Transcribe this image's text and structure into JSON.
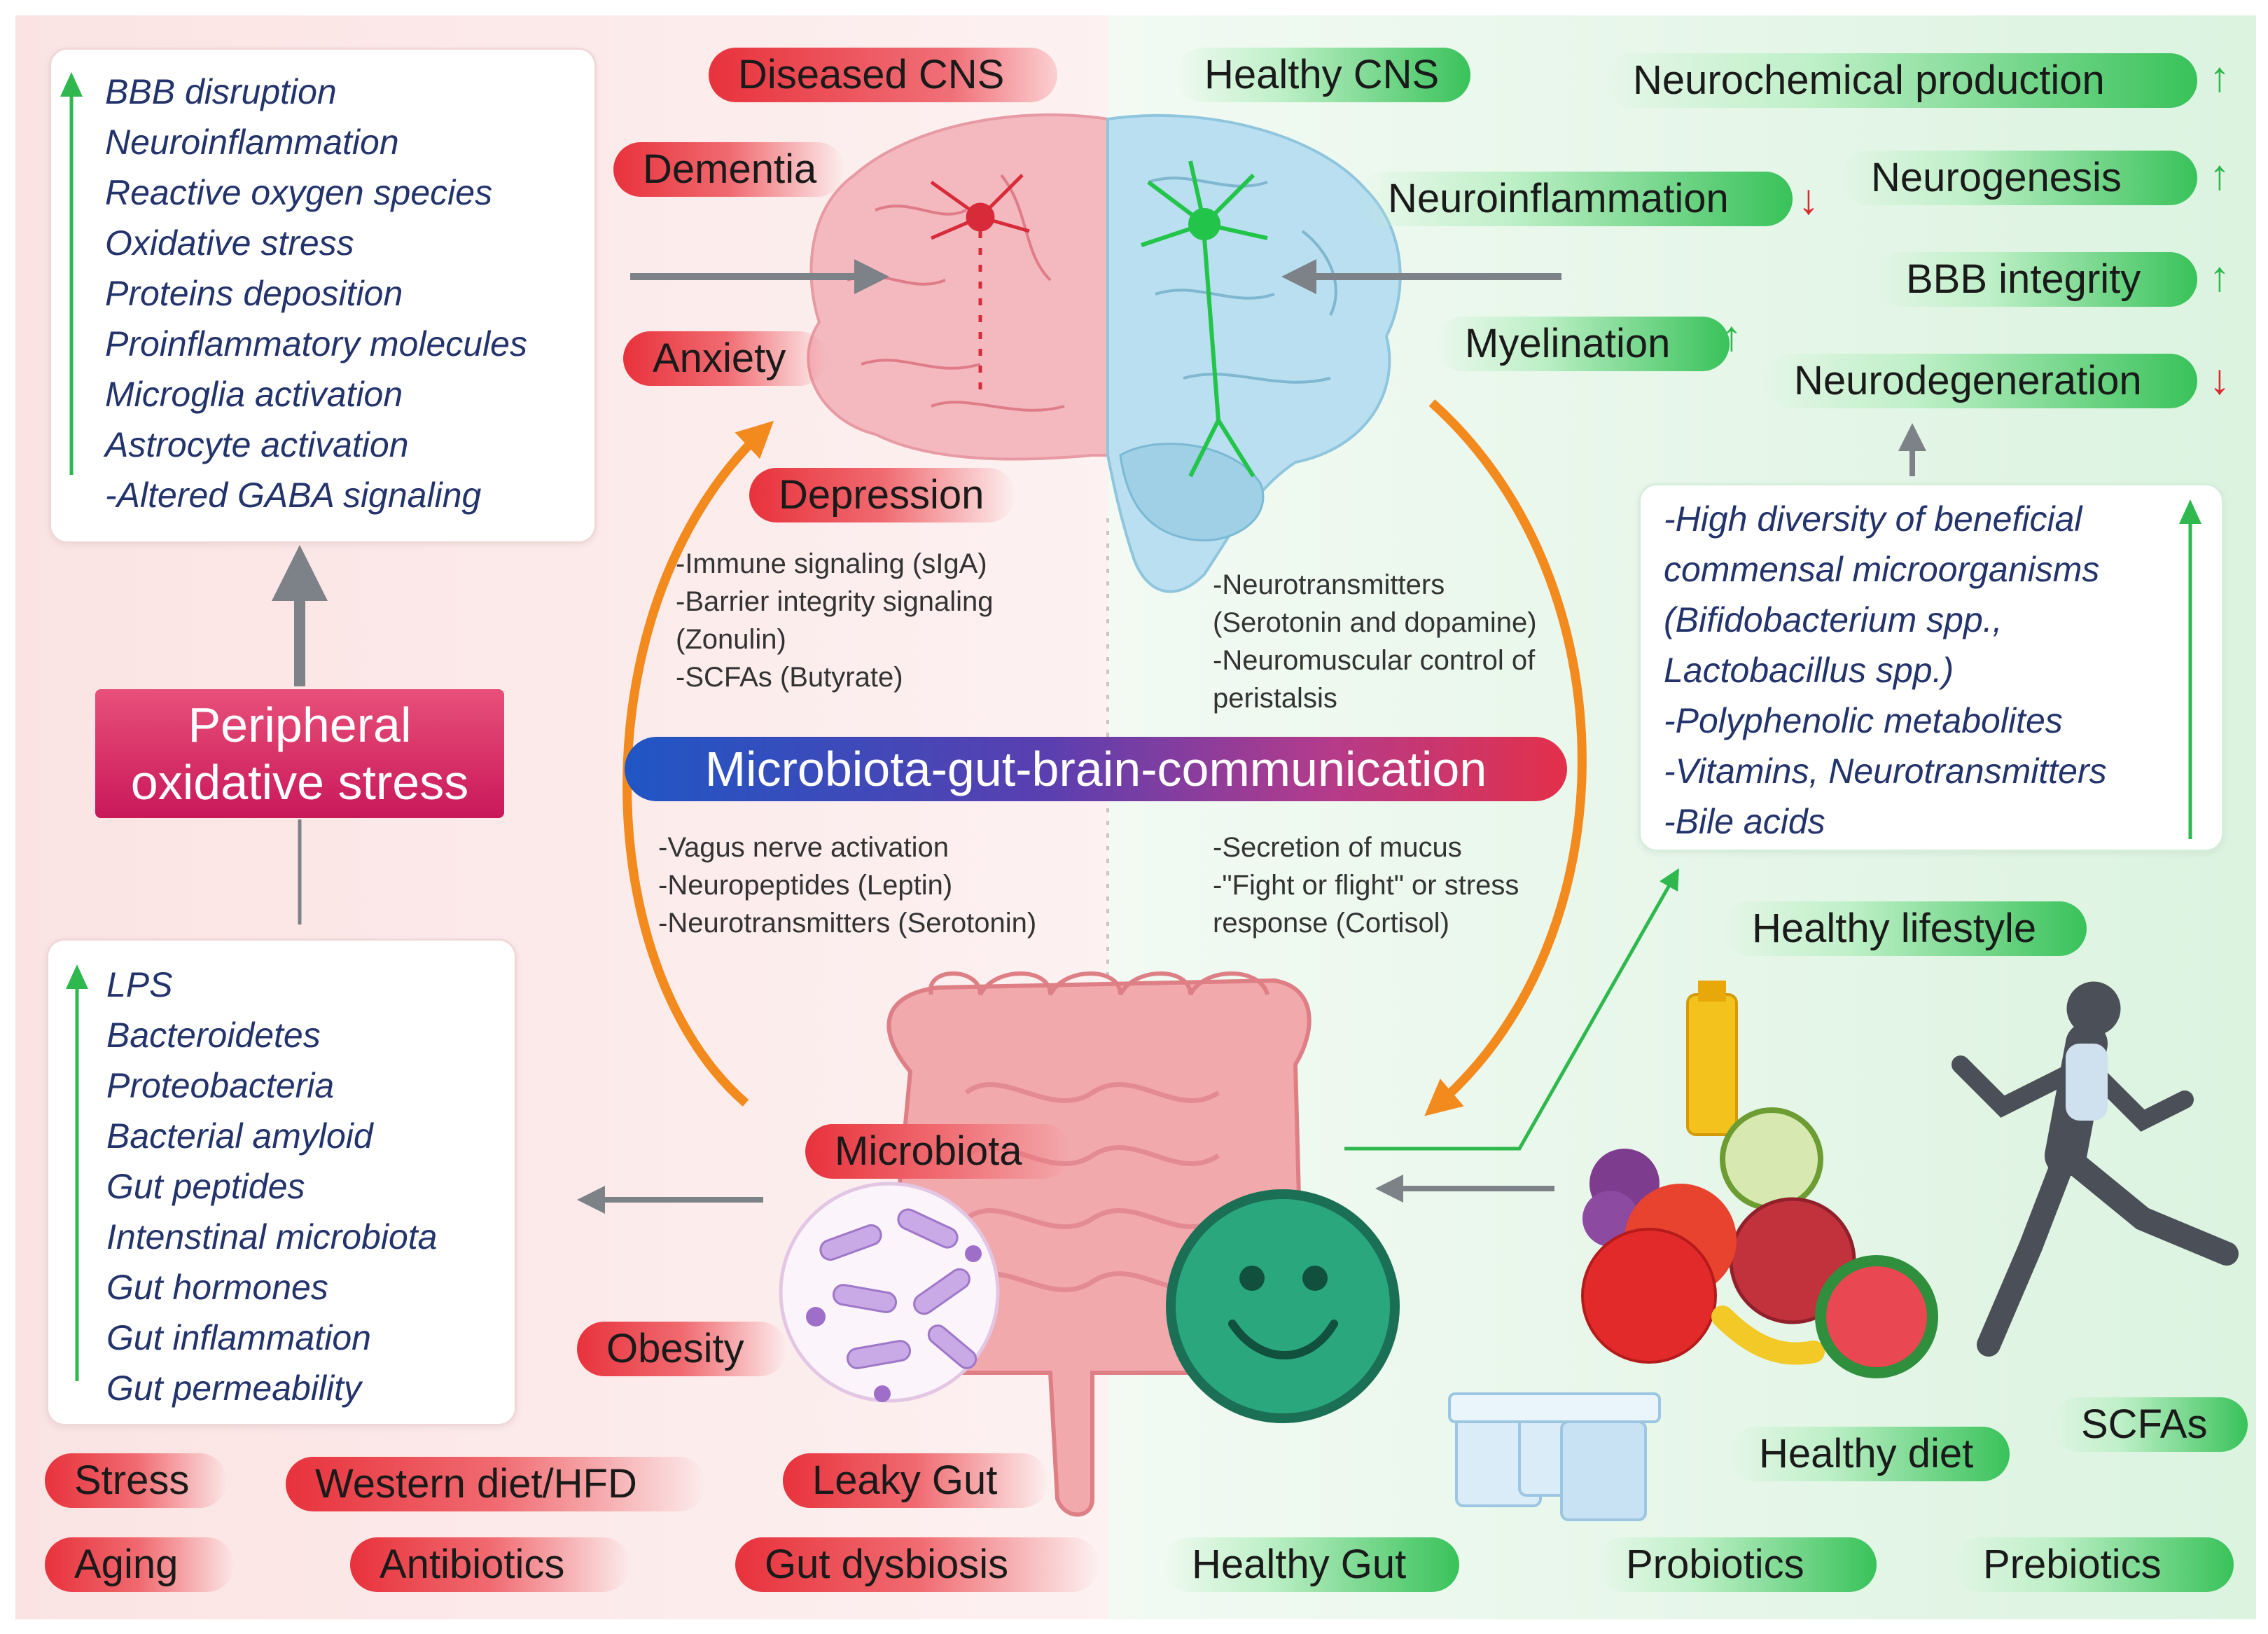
{
  "top_left_list": {
    "items": [
      "BBB disruption",
      "Neuroinflammation",
      "Reactive oxygen species",
      "Oxidative stress",
      "Proteins deposition",
      "Proinflammatory molecules",
      "Microglia activation",
      "Astrocyte activation",
      "-Altered GABA signaling"
    ]
  },
  "bottom_left_list": {
    "items": [
      "LPS",
      "Bacteroidetes",
      "Proteobacteria",
      "Bacterial amyloid",
      "Gut peptides",
      "Intenstinal microbiota",
      "Gut hormones",
      "Gut inflammation",
      "Gut permeability"
    ]
  },
  "right_list": {
    "items": [
      "-High diversity of beneficial",
      "commensal  microorganisms",
      "(Bifidobacterium spp.,",
      "Lactobacillus spp.)",
      "-Polyphenolic metabolites",
      "-Vitamins, Neurotransmitters",
      "-Bile acids"
    ]
  },
  "peripheral": "Peripheral\noxidative stress",
  "banner": "Microbiota-gut-brain-communication",
  "red_labels": {
    "diseased_cns": "Diseased CNS",
    "dementia": "Dementia",
    "anxiety": "Anxiety",
    "depression": "Depression",
    "microbiota": "Microbiota",
    "obesity": "Obesity",
    "stress": "Stress",
    "western_diet": "Western diet/HFD",
    "leaky_gut": "Leaky Gut",
    "aging": "Aging",
    "antibiotics": "Antibiotics",
    "gut_dysbiosis": "Gut dysbiosis"
  },
  "green_labels": {
    "healthy_cns": "Healthy CNS",
    "neurochemical": "Neurochemical production",
    "neurogenesis": "Neurogenesis",
    "neuroinflammation": "Neuroinflammation",
    "bbb_integrity": "BBB integrity",
    "myelination": "Myelination",
    "neurodegeneration": "Neurodegeneration",
    "healthy_lifestyle": "Healthy lifestyle",
    "healthy_diet": "Healthy diet",
    "scfas": "SCFAs",
    "healthy_gut": "Healthy Gut",
    "probiotics": "Probiotics",
    "prebiotics": "Prebiotics"
  },
  "mechanisms": {
    "upper_left": [
      "-Immune signaling (sIgA)",
      "-Barrier integrity signaling",
      "(Zonulin)",
      "-SCFAs (Butyrate)"
    ],
    "upper_right": [
      "-Neurotransmitters",
      "(Serotonin and dopamine)",
      "-Neuromuscular control of",
      "peristalsis"
    ],
    "lower_left": [
      "-Vagus nerve activation",
      "-Neuropeptides (Leptin)",
      "-Neurotransmitters (Serotonin)"
    ],
    "lower_right": [
      "-Secretion of mucus",
      "-\"Fight or flight\" or stress",
      "response (Cortisol)"
    ]
  },
  "arrow_glyphs": {
    "up": "↑",
    "down": "↓"
  },
  "colors": {
    "red_accent": "#e8323c",
    "green_accent": "#22b34a",
    "banner_start": "#1f56c4",
    "banner_end": "#e3304a",
    "peripheral_box": "#d02060",
    "list_text": "#23336b",
    "orange_arrow": "#f28a1e",
    "gray_arrow": "#7c8288"
  }
}
